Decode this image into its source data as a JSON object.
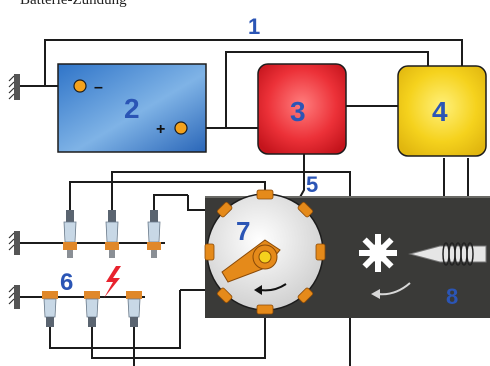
{
  "header": {
    "text": "Batterie-Zündung"
  },
  "labels": {
    "l1": "1",
    "l2": "2",
    "l3": "3",
    "l4": "4",
    "l5": "5",
    "l6": "6",
    "l7": "7",
    "l8": "8"
  },
  "battery": {
    "minus": "–",
    "plus": "+"
  },
  "colors": {
    "battery": "#2f74c8",
    "coil": "#e8222e",
    "module": "#f5d21d",
    "housing": "#3a3a38",
    "rotor": "#e58a1a",
    "numbers": "#2b55b5",
    "wire": "#1c1c1c",
    "spark": "#e8232e"
  },
  "icons": [
    "ground-symbol",
    "spark-plug",
    "spark-bolt",
    "rotor-arm",
    "trigger-wheel",
    "sensor-coil",
    "rotation-arrow"
  ]
}
